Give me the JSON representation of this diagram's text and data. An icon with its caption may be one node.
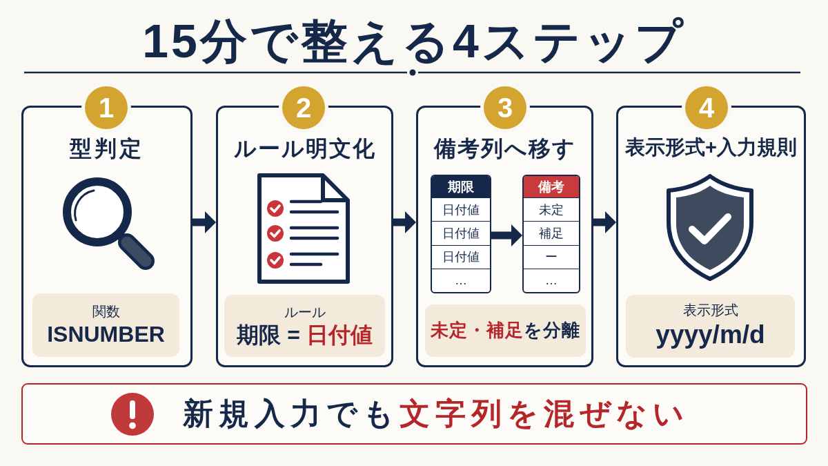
{
  "diagram": {
    "title": "15分で整える4ステップ",
    "nodes": [
      {
        "text": [
          "1"
        ]
      },
      {
        "text": [
          "型判定"
        ]
      },
      {
        "text": [
          "関数",
          "ISNUMBER"
        ],
        "in": 1
      },
      {
        "text": [
          "2"
        ]
      },
      {
        "text": [
          "ルール明文化"
        ]
      },
      {
        "text": [
          "ルール",
          "期限 = **日付値**"
        ],
        "in": 4
      },
      {
        "text": [
          "3"
        ]
      },
      {
        "text": [
          "備考列へ移す"
        ]
      },
      {
        "text": [
          "期限",
          "日付値",
          "日付値",
          "日付値",
          "…"
        ],
        "in": 7
      },
      {
        "text": [
          "備考",
          "未定",
          "補足",
          "ー",
          "…"
        ],
        "in": 7
      },
      {
        "text": [
          "**未定・補足**を分離"
        ],
        "in": 7
      },
      {
        "text": [
          "4"
        ]
      },
      {
        "text": [
          "表示形式+入力規則"
        ]
      },
      {
        "text": [
          "表示形式",
          "yyyy/m/d"
        ],
        "in": 12
      },
      {
        "text": [
          "新規入力でも**文字列を混ぜない**"
        ]
      }
    ],
    "edges": [
      {
        "from": 1,
        "to": 4,
        "arrow": "to"
      },
      {
        "from": 4,
        "to": 7,
        "arrow": "to"
      },
      {
        "from": 7,
        "to": 12,
        "arrow": "to"
      },
      {
        "from": 8,
        "to": 9,
        "arrow": "to"
      }
    ]
  }
}
